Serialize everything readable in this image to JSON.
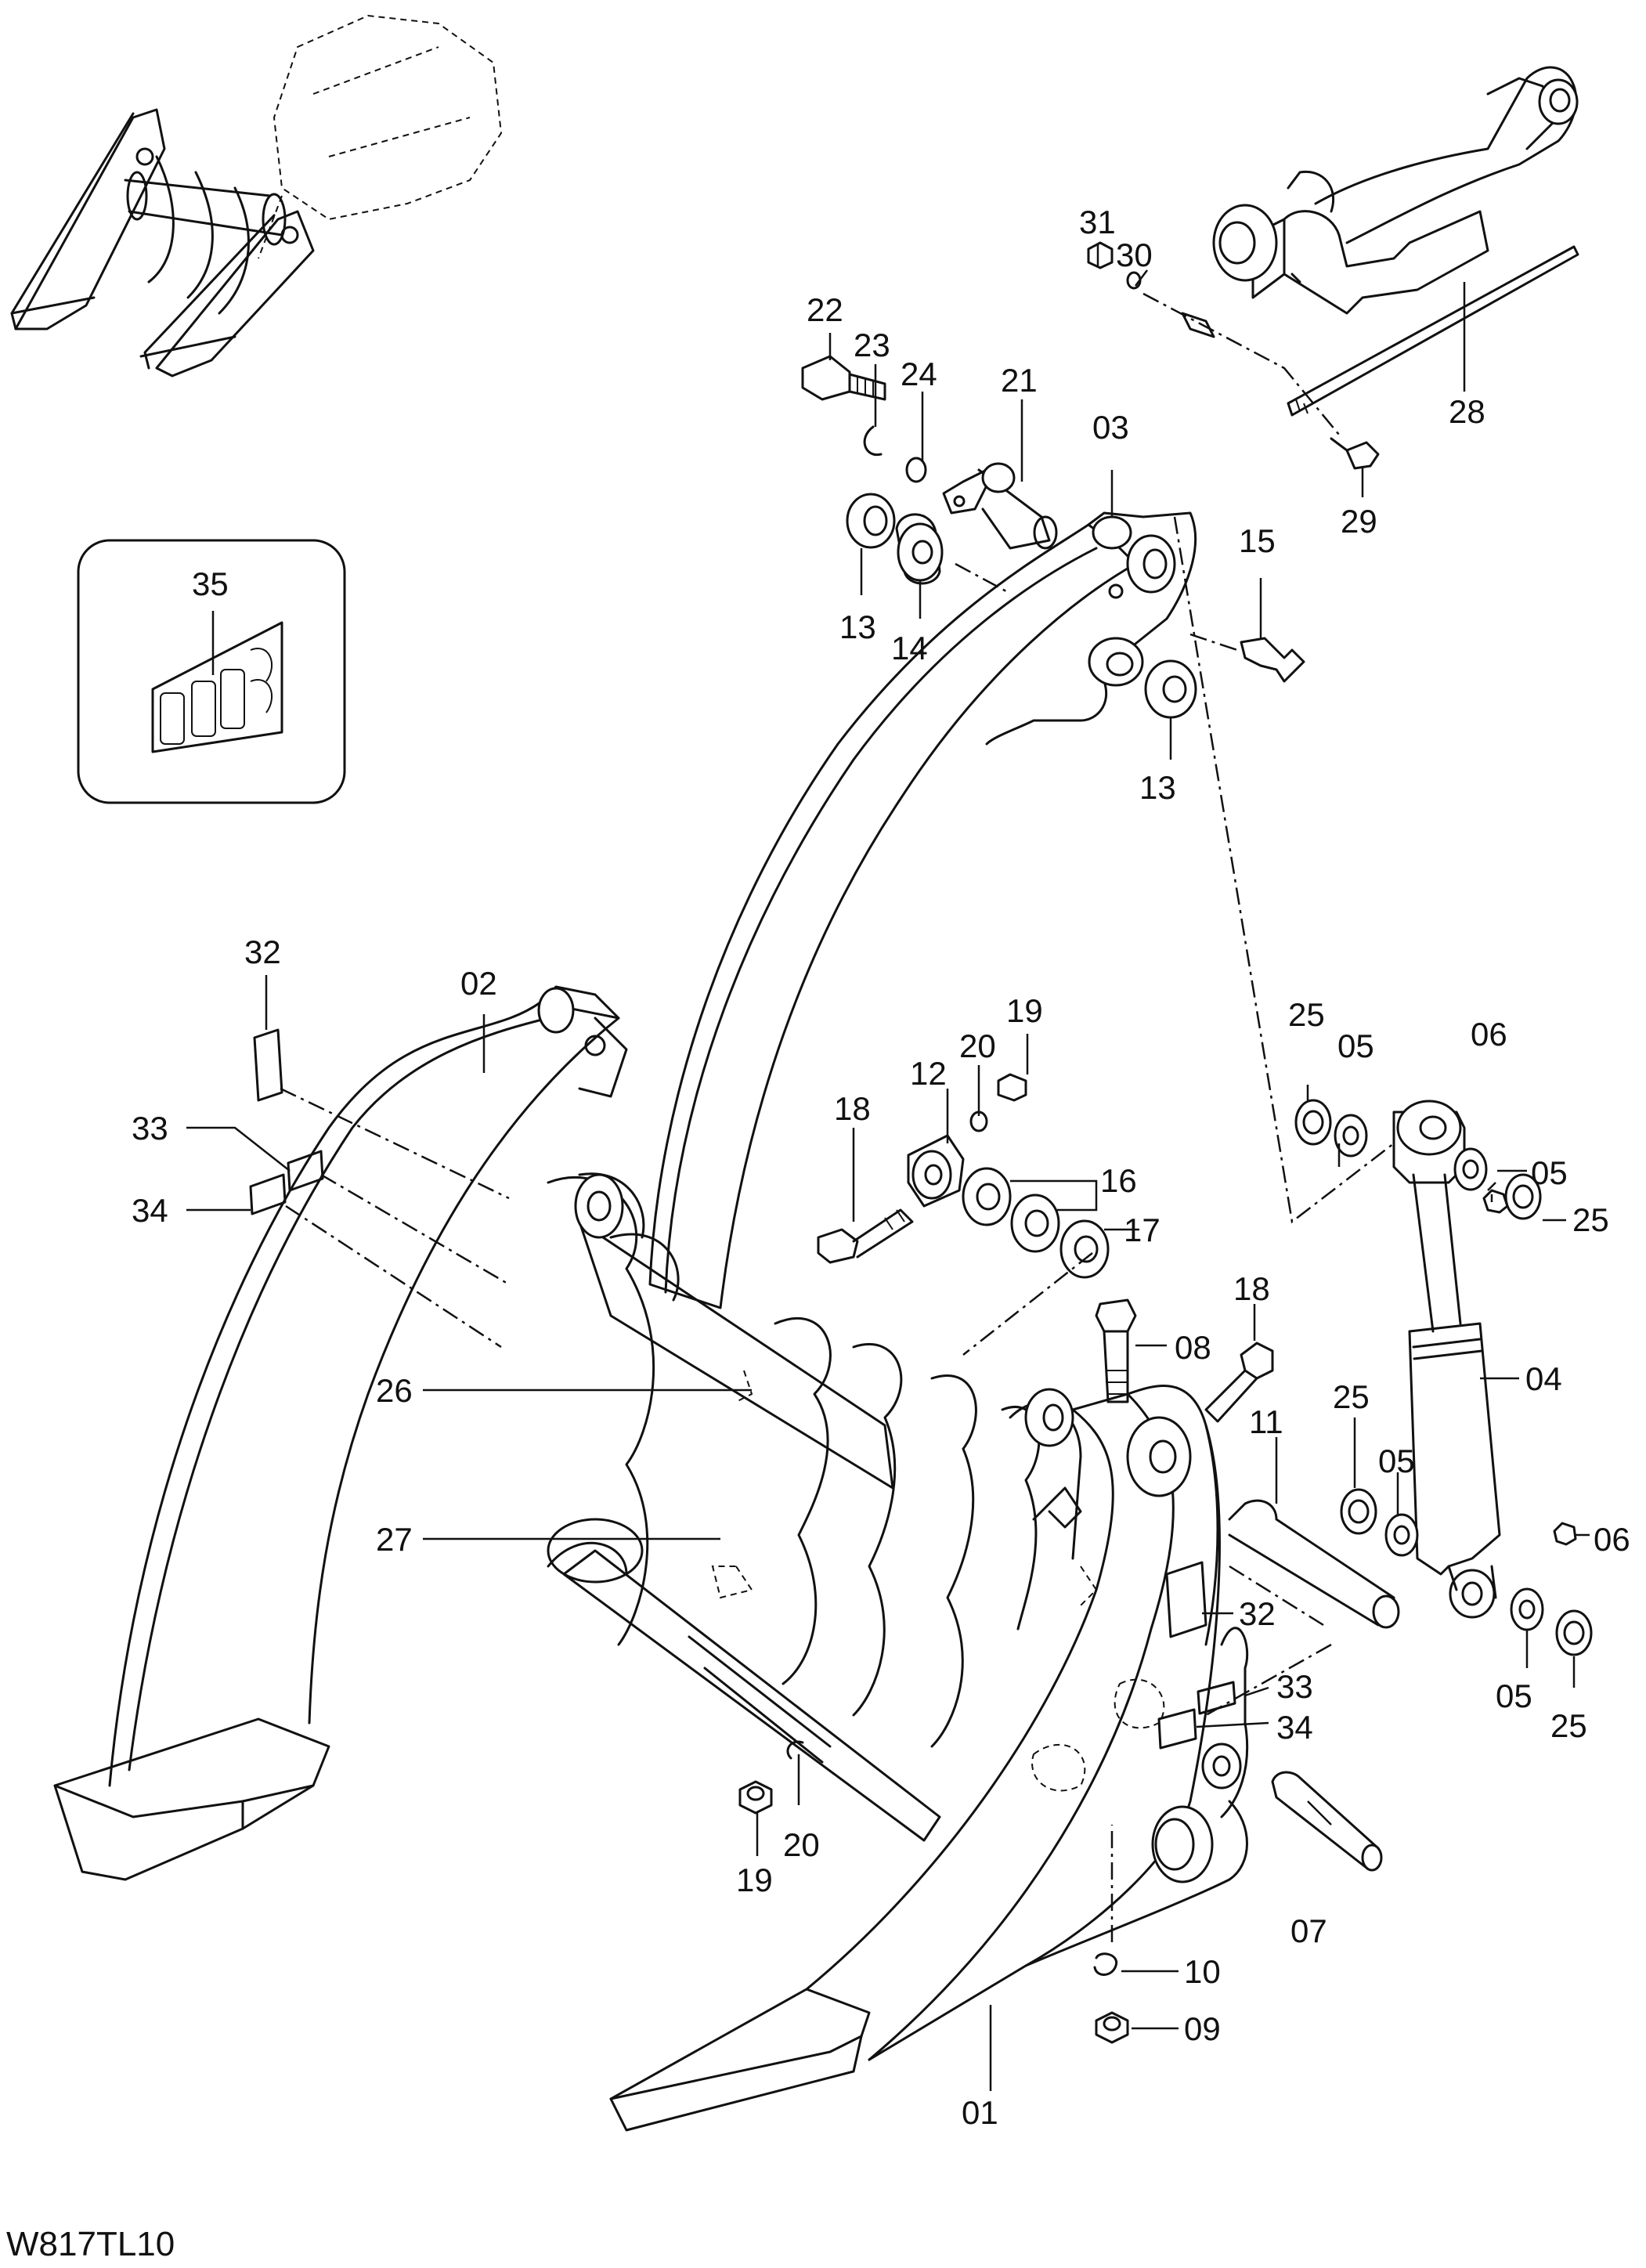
{
  "drawing_code": "W817TL10",
  "callouts": [
    {
      "id": "c01",
      "text": "01"
    },
    {
      "id": "c02",
      "text": "02"
    },
    {
      "id": "c03",
      "text": "03"
    },
    {
      "id": "c04",
      "text": "04"
    },
    {
      "id": "c05a",
      "text": "05"
    },
    {
      "id": "c05b",
      "text": "05"
    },
    {
      "id": "c05c",
      "text": "05"
    },
    {
      "id": "c05d",
      "text": "05"
    },
    {
      "id": "c06a",
      "text": "06"
    },
    {
      "id": "c06b",
      "text": "06"
    },
    {
      "id": "c07",
      "text": "07"
    },
    {
      "id": "c08",
      "text": "08"
    },
    {
      "id": "c09",
      "text": "09"
    },
    {
      "id": "c10",
      "text": "10"
    },
    {
      "id": "c11",
      "text": "11"
    },
    {
      "id": "c12",
      "text": "12"
    },
    {
      "id": "c13a",
      "text": "13"
    },
    {
      "id": "c13b",
      "text": "13"
    },
    {
      "id": "c14",
      "text": "14"
    },
    {
      "id": "c15",
      "text": "15"
    },
    {
      "id": "c16",
      "text": "16"
    },
    {
      "id": "c17",
      "text": "17"
    },
    {
      "id": "c18a",
      "text": "18"
    },
    {
      "id": "c18b",
      "text": "18"
    },
    {
      "id": "c19a",
      "text": "19"
    },
    {
      "id": "c19b",
      "text": "19"
    },
    {
      "id": "c20a",
      "text": "20"
    },
    {
      "id": "c20b",
      "text": "20"
    },
    {
      "id": "c21",
      "text": "21"
    },
    {
      "id": "c22",
      "text": "22"
    },
    {
      "id": "c23",
      "text": "23"
    },
    {
      "id": "c24",
      "text": "24"
    },
    {
      "id": "c25a",
      "text": "25"
    },
    {
      "id": "c25b",
      "text": "25"
    },
    {
      "id": "c25c",
      "text": "25"
    },
    {
      "id": "c25d",
      "text": "25"
    },
    {
      "id": "c26",
      "text": "26"
    },
    {
      "id": "c27",
      "text": "27"
    },
    {
      "id": "c28",
      "text": "28"
    },
    {
      "id": "c29",
      "text": "29"
    },
    {
      "id": "c30",
      "text": "30"
    },
    {
      "id": "c31",
      "text": "31"
    },
    {
      "id": "c32a",
      "text": "32"
    },
    {
      "id": "c32b",
      "text": "32"
    },
    {
      "id": "c33a",
      "text": "33"
    },
    {
      "id": "c33b",
      "text": "33"
    },
    {
      "id": "c34a",
      "text": "34"
    },
    {
      "id": "c34b",
      "text": "34"
    },
    {
      "id": "c35",
      "text": "35"
    }
  ]
}
